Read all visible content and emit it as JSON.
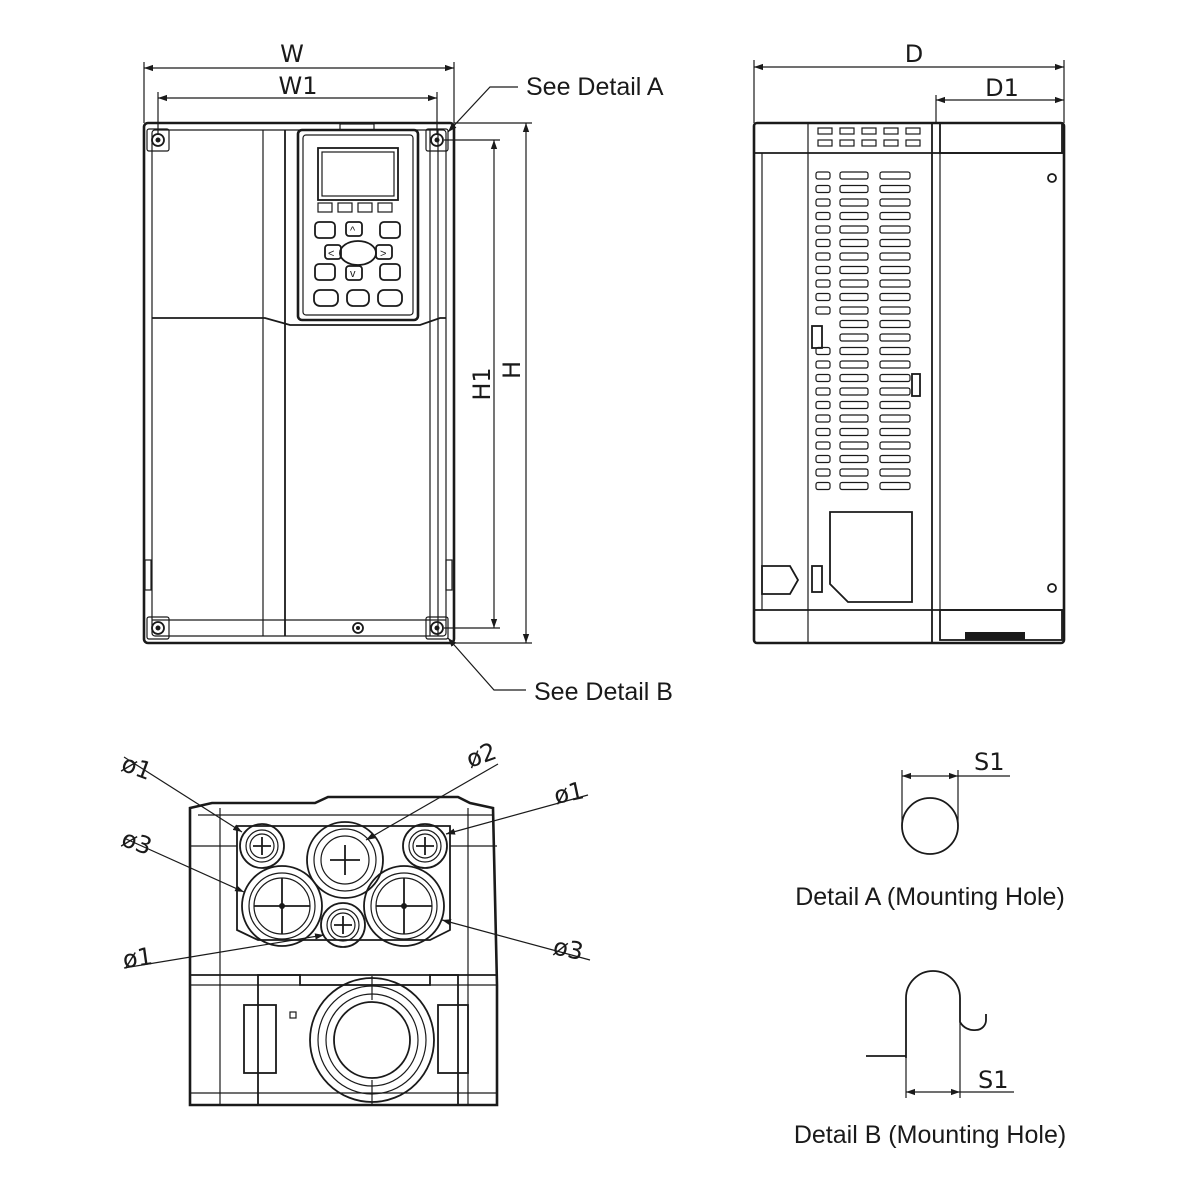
{
  "front_view": {
    "dim_width": "W",
    "dim_width_inner": "W1",
    "dim_height": "H",
    "dim_height_inner": "H1",
    "callout_top": "See Detail A",
    "callout_bottom": "See Detail B"
  },
  "side_view": {
    "dim_depth": "D",
    "dim_depth_inner": "D1"
  },
  "bottom_view": {
    "holes": [
      {
        "label": "ø1",
        "position": "top-left"
      },
      {
        "label": "ø2",
        "position": "top-center"
      },
      {
        "label": "ø1",
        "position": "top-right"
      },
      {
        "label": "ø3",
        "position": "middle-left"
      },
      {
        "label": "ø1",
        "position": "bottom-center"
      },
      {
        "label": "ø3",
        "position": "middle-right"
      }
    ]
  },
  "detail_a": {
    "dim_label": "S1",
    "caption": "Detail A (Mounting Hole)"
  },
  "detail_b": {
    "dim_label": "S1",
    "caption": "Detail B (Mounting Hole)"
  }
}
